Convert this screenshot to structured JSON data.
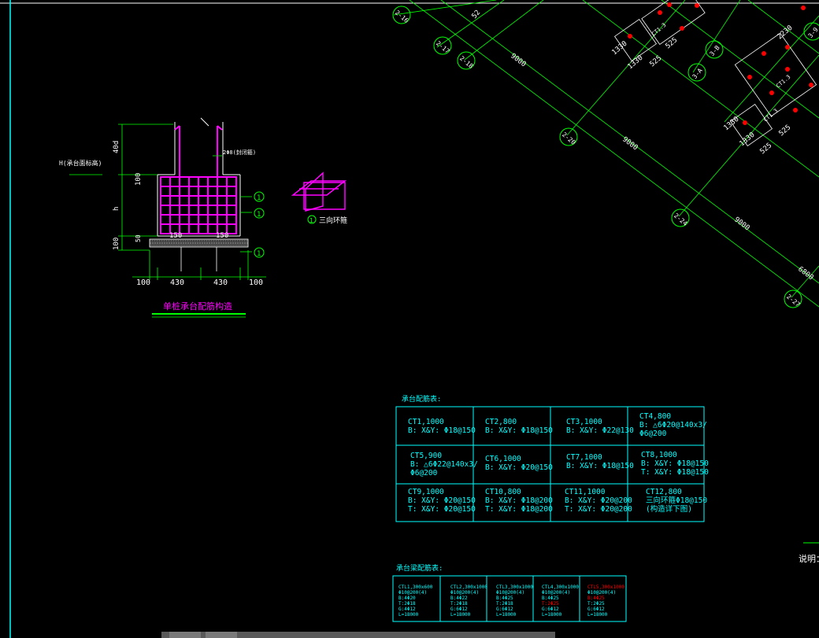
{
  "foundation_detail": {
    "title": "单桩承台配筋构造",
    "label_h": "H(承台面标高)",
    "label_rebar_note": "2Φ8(封闭箍)",
    "legend_label": "三向环箍",
    "legend_marker": "1",
    "dim_40d": "40d",
    "dim_100_top": "100",
    "dim_h": "h",
    "dim_50": "50",
    "dim_100_left": "100",
    "dim_150_left": "150",
    "dim_150_right": "150",
    "dim_bottom": [
      "100",
      "430",
      "430",
      "100"
    ],
    "callouts": [
      "1",
      "1",
      "1"
    ]
  },
  "plan_view": {
    "axis_labels": [
      "2-16",
      "2-17",
      "2-18",
      "2-20",
      "2-24",
      "2-27",
      "3-B",
      "3-A",
      "3-9"
    ],
    "dimensions": [
      "9000",
      "9000",
      "9000",
      "6800",
      "2230",
      "1330",
      "1330",
      "1330",
      "1330",
      "525",
      "525",
      "525",
      "525",
      "52"
    ],
    "tags": [
      "CT1.3",
      "CT1.3",
      "CT1.3"
    ]
  },
  "pile_cap_table": {
    "title": "承台配筋表:",
    "rows": [
      [
        {
          "l1": "CT1,1000",
          "l2": "B: X&Y: Φ18@150",
          "l3": ""
        },
        {
          "l1": "CT2,800",
          "l2": "B: X&Y: Φ18@150",
          "l3": ""
        },
        {
          "l1": "CT3,1000",
          "l2": "B: X&Y: Φ22@130",
          "l3": ""
        },
        {
          "l1": "CT4,800",
          "l2": "B: △6Φ20@140x3/",
          "l3": "Φ6@200"
        }
      ],
      [
        {
          "l1": "CT5,900",
          "l2": "B: △6Φ22@140x3/",
          "l3": "Φ6@200"
        },
        {
          "l1": "CT6,1000",
          "l2": "B: X&Y: Φ20@150",
          "l3": ""
        },
        {
          "l1": "CT7,1000",
          "l2": "B: X&Y: Φ18@150",
          "l3": ""
        },
        {
          "l1": "CT8,1000",
          "l2": "B: X&Y: Φ18@150",
          "l3": "T: X&Y: Φ18@150"
        }
      ],
      [
        {
          "l1": "CT9,1000",
          "l2": "B: X&Y: Φ20@150",
          "l3": "T: X&Y: Φ20@150"
        },
        {
          "l1": "CT10,800",
          "l2": "B: X&Y: Φ18@200",
          "l3": "T: X&Y: Φ18@200"
        },
        {
          "l1": "CT11,1000",
          "l2": "B: X&Y: Φ20@200",
          "l3": "T: X&Y: Φ20@200"
        },
        {
          "l1": "CT12,800",
          "l2": "三向环箍Φ18@150",
          "l3": "(构造详下图)"
        }
      ]
    ]
  },
  "beam_table": {
    "title": "承台梁配筋表:",
    "cells": [
      {
        "head": "CTL1,300x600",
        "lines": [
          "Φ10@200(4)",
          "B:4Φ20",
          "T:2Φ18",
          "G:4Φ12",
          "L=18000"
        ],
        "highlight": false
      },
      {
        "head": "CTL2,300x1000",
        "lines": [
          "Φ10@200(4)",
          "B:4Φ22",
          "T:2Φ18",
          "G:6Φ12",
          "L=18000"
        ],
        "highlight": false
      },
      {
        "head": "CTL3,300x1000",
        "lines": [
          "Φ10@200(4)",
          "B:4Φ25",
          "T:2Φ18",
          "G:6Φ12",
          "L=18000"
        ],
        "highlight": false
      },
      {
        "head": "CTL4,300x1000",
        "lines": [
          "Φ10@200(4)",
          "B:4Φ25",
          "T:2Φ25",
          "G:6Φ12",
          "L=18000"
        ],
        "highlight": false
      },
      {
        "head": "CTL5,300x1000",
        "lines": [
          "Φ10@200(4)",
          "B:4Φ25",
          "T:2Φ25",
          "G:6Φ12",
          "L=18000"
        ],
        "highlight": true
      }
    ]
  },
  "notes_label": "说明：",
  "colors": {
    "background": "#000000",
    "cyan": "#00ffff",
    "green": "#00ff00",
    "magenta": "#ff00ff",
    "white": "#ffffff",
    "red": "#ff0000"
  }
}
